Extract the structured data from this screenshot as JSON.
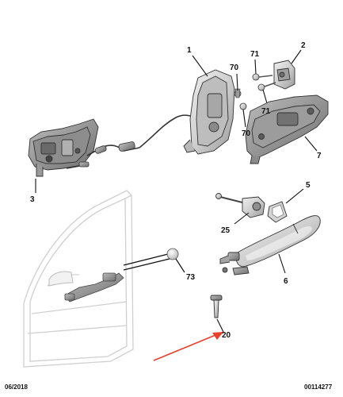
{
  "callouts": {
    "c1": "1",
    "c2": "2",
    "c3": "3",
    "c5": "5",
    "c6": "6",
    "c7": "7",
    "c20": "20",
    "c25": "25",
    "c70a": "70",
    "c70b": "70",
    "c71a": "71",
    "c71b": "71",
    "c73": "73"
  },
  "footer": {
    "date": "06/2018",
    "code": "00114277"
  },
  "colors": {
    "part_fill": "#d9d9d9",
    "part_stroke": "#444444",
    "door_stroke": "#c9c9c9",
    "arrow": "#e8402a"
  }
}
